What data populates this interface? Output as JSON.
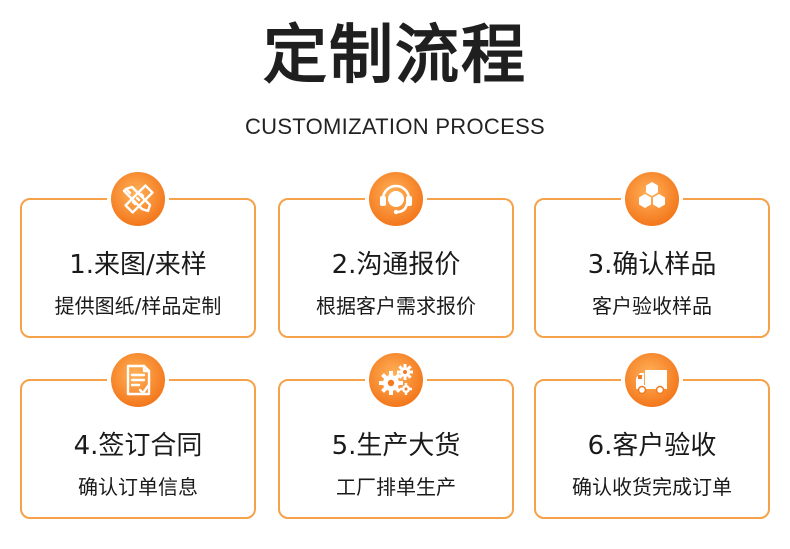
{
  "title": "定制流程",
  "subtitle": "CUSTOMIZATION PROCESS",
  "accent_color": "#f5a24a",
  "steps": [
    {
      "step": "1.来图/来样",
      "desc": "提供图纸/样品定制",
      "icon": "pencil-ruler-icon"
    },
    {
      "step": "2.沟通报价",
      "desc": "根据客户需求报价",
      "icon": "customer-service-headset-icon"
    },
    {
      "step": "3.确认样品",
      "desc": "客户验收样品",
      "icon": "cubes-icon"
    },
    {
      "step": "4.签订合同",
      "desc": "确认订单信息",
      "icon": "contract-document-icon"
    },
    {
      "step": "5.生产大货",
      "desc": "工厂排单生产",
      "icon": "gears-icon"
    },
    {
      "step": "6.客户验收",
      "desc": "确认收货完成订单",
      "icon": "delivery-truck-icon"
    }
  ]
}
